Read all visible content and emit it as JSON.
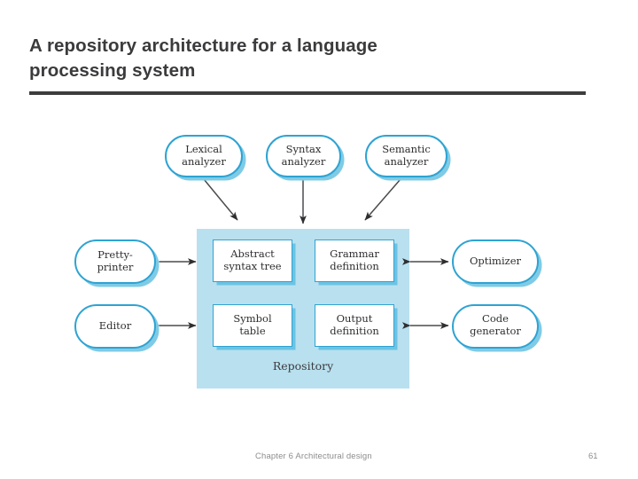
{
  "slide": {
    "title": "A repository architecture for a language\nprocessing system",
    "footer_chapter": "Chapter 6 Architectural design",
    "footer_page": "61"
  },
  "colors": {
    "node_outline": "#2ea3d2",
    "node_shadow": "#7fcbe6",
    "repository_fill": "#b9e0ef",
    "node_fill": "#ffffff",
    "text": "#2e2e30",
    "title_text": "#3b3b3d",
    "rule": "#3d3d3f",
    "footer_text": "#8d8d90",
    "arrow": "#3a3a3c"
  },
  "diagram": {
    "repository_label": "Repository",
    "top_nodes": [
      {
        "id": "lexical-analyzer",
        "label": "Lexical\nanalyzer"
      },
      {
        "id": "syntax-analyzer",
        "label": "Syntax\nanalyzer"
      },
      {
        "id": "semantic-analyzer",
        "label": "Semantic\nanalyzer"
      }
    ],
    "left_nodes": [
      {
        "id": "pretty-printer",
        "label": "Pretty-\nprinter"
      },
      {
        "id": "editor",
        "label": "Editor"
      }
    ],
    "right_nodes": [
      {
        "id": "optimizer",
        "label": "Optimizer"
      },
      {
        "id": "code-generator",
        "label": "Code\ngenerator"
      }
    ],
    "repository_nodes": [
      {
        "id": "abstract-syntax-tree",
        "label": "Abstract\nsyntax tree"
      },
      {
        "id": "grammar-definition",
        "label": "Grammar\ndefinition"
      },
      {
        "id": "symbol-table",
        "label": "Symbol\ntable"
      },
      {
        "id": "output-definition",
        "label": "Output\ndefinition"
      }
    ],
    "connectors": [
      {
        "id": "lexical-to-repository",
        "kind": "double-arrow-diagonal"
      },
      {
        "id": "syntax-to-repository",
        "kind": "double-arrow-vertical"
      },
      {
        "id": "semantic-to-repository",
        "kind": "double-arrow-diagonal"
      },
      {
        "id": "pretty-printer-to-repository",
        "kind": "double-arrow-horizontal"
      },
      {
        "id": "editor-to-repository",
        "kind": "double-arrow-horizontal"
      },
      {
        "id": "repository-to-optimizer",
        "kind": "double-arrow-horizontal"
      },
      {
        "id": "repository-to-code-generator",
        "kind": "double-arrow-horizontal"
      }
    ]
  }
}
